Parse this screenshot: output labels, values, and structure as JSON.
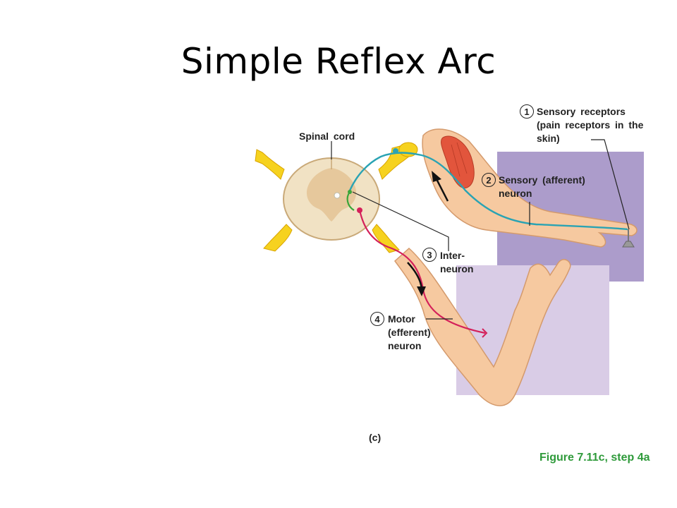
{
  "title": "Simple Reflex Arc",
  "labels": {
    "spinal_cord": "Spinal cord",
    "step1": {
      "number": "1",
      "text": "Sensory receptors (pain receptors in the skin)"
    },
    "step2": {
      "number": "2",
      "text": "Sensory (afferent) neuron"
    },
    "step3": {
      "number": "3",
      "text": "Inter-\nneuron"
    },
    "step4": {
      "number": "4",
      "text": "Motor (efferent) neuron"
    }
  },
  "caption": "(c)",
  "figure_ref": "Figure 7.11c, step 4a",
  "colors": {
    "sensory_neuron": "#2aa3b3",
    "motor_neuron": "#d4205a",
    "interneuron": "#3aa63a",
    "nerve_root": "#f6d21f",
    "skin": "#f6c9a0",
    "muscle": "#e2553c",
    "panel_upper": "#ac9ccb",
    "panel_lower": "#d9cce6",
    "figure_ref": "#2e9a3a"
  }
}
